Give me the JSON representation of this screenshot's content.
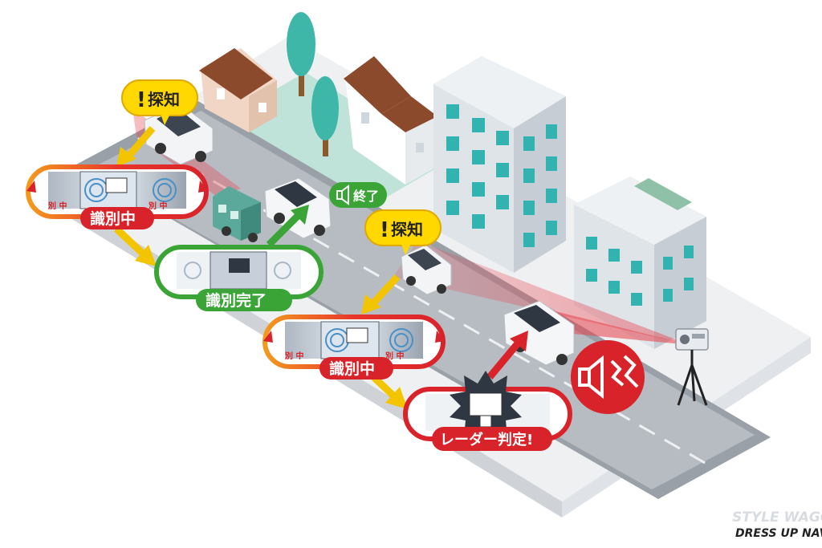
{
  "labels": {
    "detect_top": "探知",
    "detect_mid": "探知",
    "identifying_top": "識別中",
    "identifying_mid": "識別中",
    "identified_done": "識別完了",
    "end": "終了",
    "radar_judgment": "レーダー判定!",
    "strip_mark_left": "別 中",
    "strip_mark_right": "別 中"
  },
  "brand": {
    "line1": "STYLE WAGON",
    "line2": "DRESS UP NAVI"
  },
  "colors": {
    "identifying": "#d8232a",
    "identified": "#3aa536",
    "warning_bubble": "#ffd800",
    "end_badge": "#3aa536",
    "radar_badge": "#d8232a",
    "arrow_yellow": "#f2c500",
    "arrow_green": "#3aa536",
    "arrow_red": "#d8232a",
    "radar_beam": "#e8404a"
  }
}
